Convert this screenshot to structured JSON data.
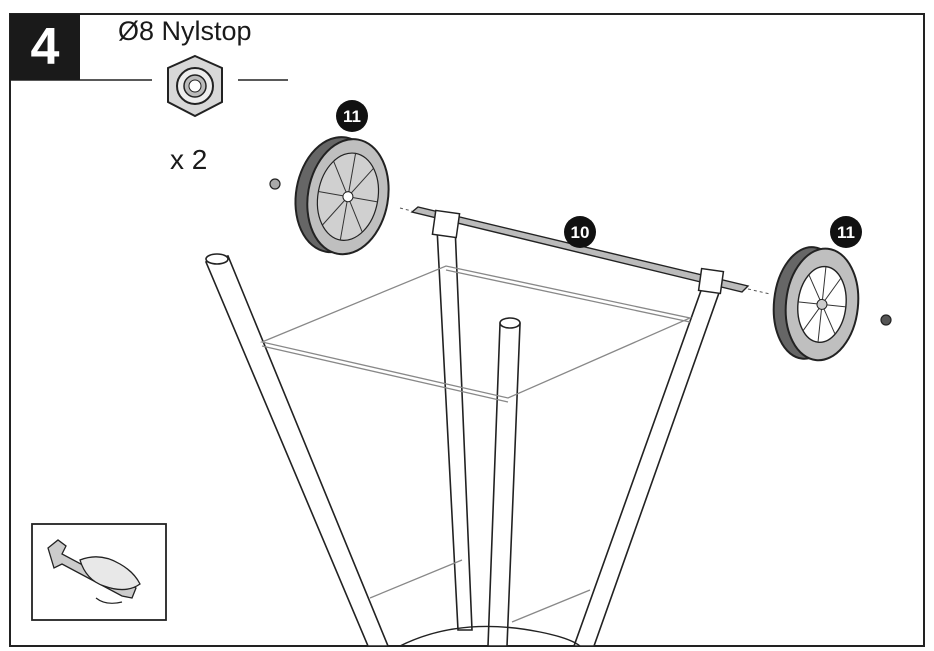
{
  "step": {
    "number": "4"
  },
  "hardware": {
    "name": "Ø8 Nylstop",
    "quantity": "x 2"
  },
  "callouts": {
    "axle": "10",
    "wheel_left": "11",
    "wheel_right": "11"
  },
  "icons": {
    "tool": "wrench-in-hand-icon",
    "nut": "hex-nylon-lock-nut-icon"
  },
  "colors": {
    "ink": "#1a1a1a",
    "frame": "#222222",
    "wheel": "#bfbfbf",
    "line": "#8a8a8a"
  }
}
